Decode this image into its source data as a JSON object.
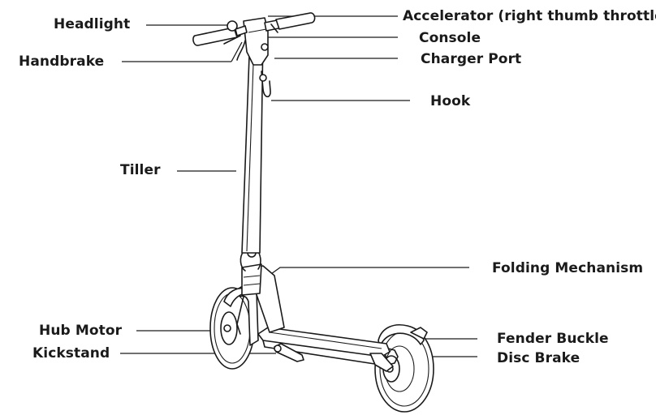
{
  "labels": {
    "headlight": "Headlight",
    "handbrake": "Handbrake",
    "accelerator": "Accelerator (right thumb throttle)",
    "console": "Console",
    "charger_port": "Charger Port",
    "hook": "Hook",
    "tiller": "Tiller",
    "folding_mechanism": "Folding Mechanism",
    "hub_motor": "Hub Motor",
    "kickstand": "Kickstand",
    "fender_buckle": "Fender Buckle",
    "disc_brake": "Disc Brake"
  },
  "colors": {
    "ink": "#1a1a1a",
    "background": "#ffffff"
  }
}
